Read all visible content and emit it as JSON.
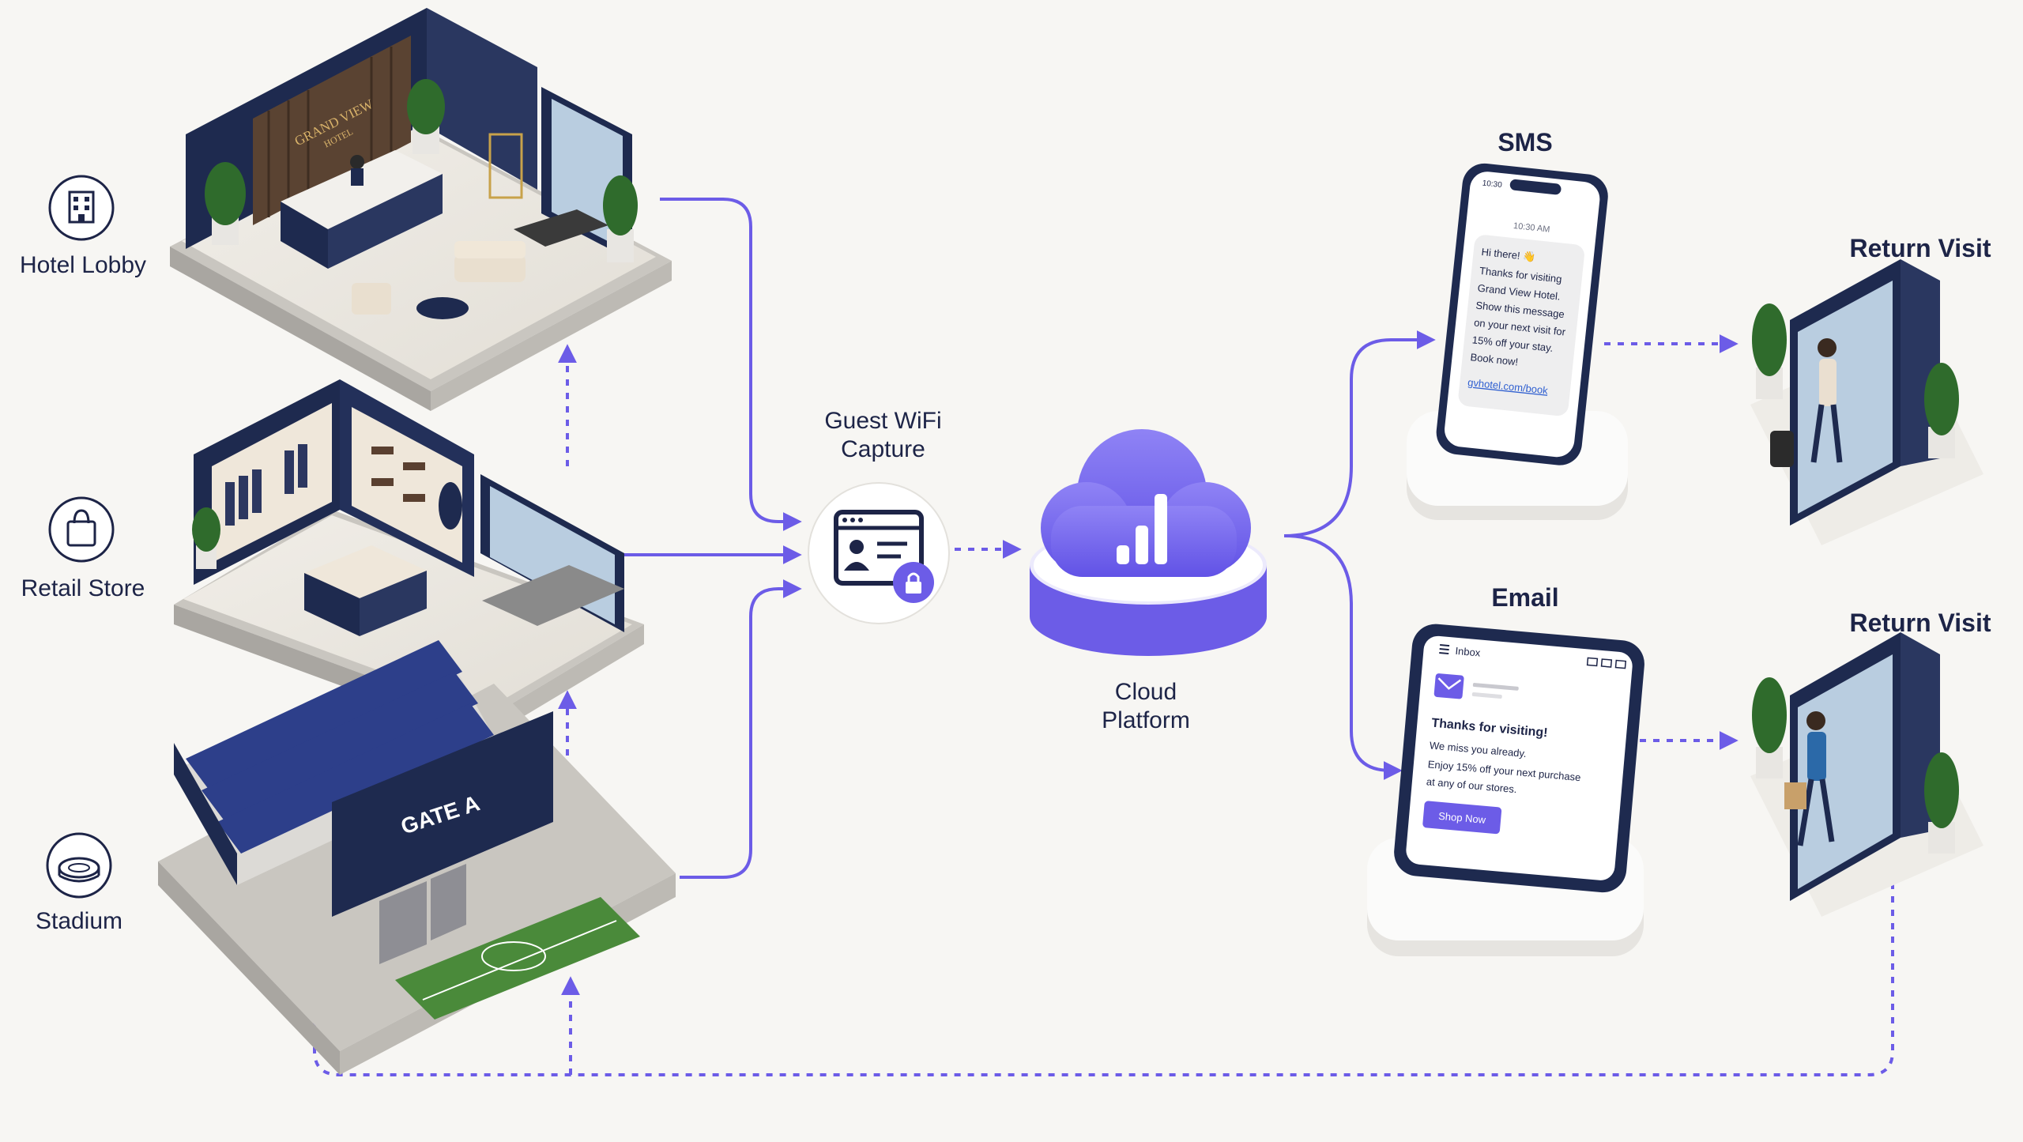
{
  "sources": [
    {
      "label": "Hotel Lobby",
      "icon": "building-icon"
    },
    {
      "label": "Retail Store",
      "icon": "shopping-bag-icon"
    },
    {
      "label": "Stadium",
      "icon": "stadium-icon"
    }
  ],
  "hotel_sign": {
    "line1": "GRAND VIEW",
    "line2": "HOTEL"
  },
  "stadium_sign": "GATE A",
  "capture": {
    "line1": "Guest WiFi",
    "line2": "Capture"
  },
  "cloud": {
    "line1": "Cloud",
    "line2": "Platform"
  },
  "sms": {
    "title": "SMS",
    "status_time": "10:30",
    "msg_time": "10:30 AM",
    "lines": [
      "Hi there! 👋",
      "Thanks for visiting",
      "Grand View Hotel.",
      "Show this message",
      "on your next visit for",
      "15% off your stay.",
      "Book now!"
    ],
    "link": "gvhotel.com/book"
  },
  "email": {
    "title": "Email",
    "inbox": "Inbox",
    "heading": "Thanks for visiting!",
    "lines": [
      "We miss you already.",
      "Enjoy 15% off your next purchase",
      "at any of our stores."
    ],
    "button": "Shop Now"
  },
  "return_top": "Return Visit",
  "return_bottom": "Return Visit",
  "colors": {
    "accent": "#6c5ce7",
    "navy": "#1e2a4f",
    "background": "#f7f6f3"
  }
}
